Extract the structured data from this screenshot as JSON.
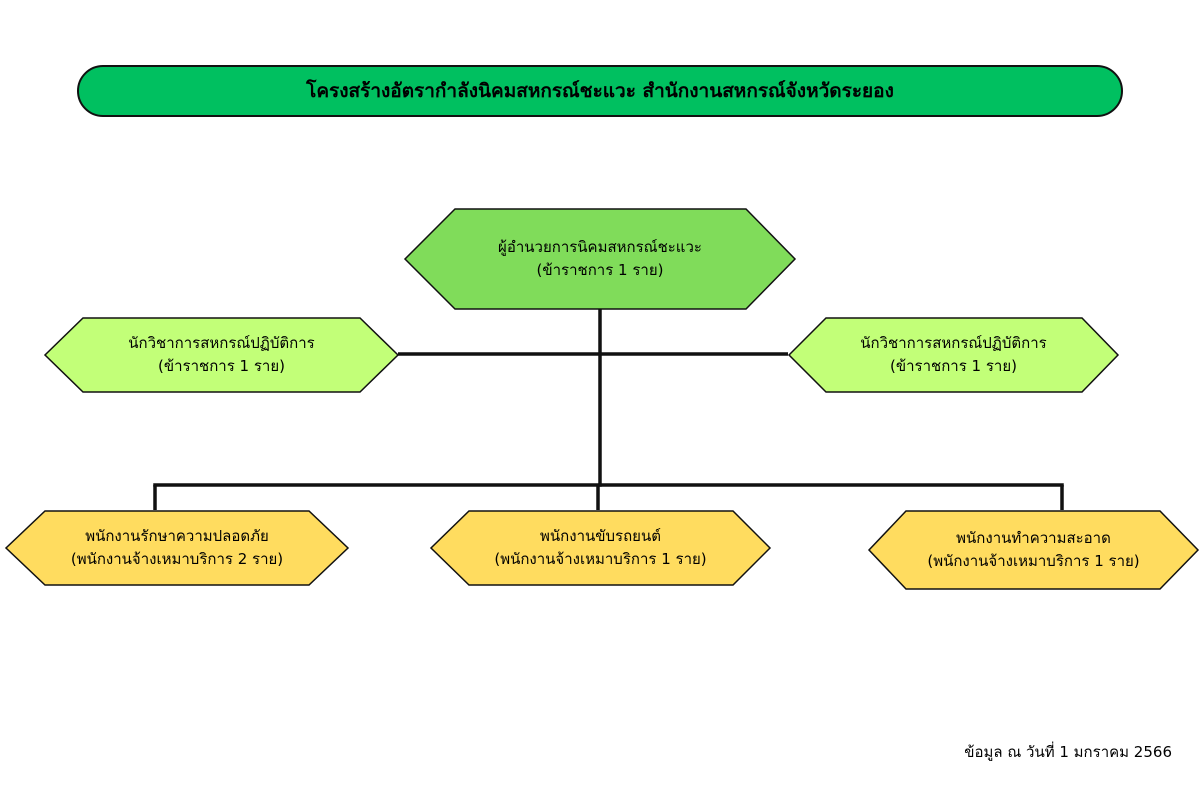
{
  "title": "โครงสร้างอัตรากำลังนิคมสหกรณ์ชะแวะ สำนักงานสหกรณ์จังหวัดระยอง",
  "colors": {
    "title_fill": "#00c060",
    "director_fill": "#80dc5a",
    "specialist_fill": "#c2ff78",
    "staff_fill": "#ffdc5f",
    "line": "#111111"
  },
  "director": {
    "title": "ผู้อำนวยการนิคมสหกรณ์ชะแวะ",
    "detail": "(ข้าราชการ 1 ราย)"
  },
  "specialists": [
    {
      "title": "นักวิชาการสหกรณ์ปฏิบัติการ",
      "detail": "(ข้าราชการ 1 ราย)"
    },
    {
      "title": "นักวิชาการสหกรณ์ปฏิบัติการ",
      "detail": "(ข้าราชการ 1 ราย)"
    }
  ],
  "staff": [
    {
      "title": "พนักงานรักษาความปลอดภัย",
      "detail": "(พนักงานจ้างเหมาบริการ 2 ราย)"
    },
    {
      "title": "พนักงานขับรถยนต์",
      "detail": "(พนักงานจ้างเหมาบริการ 1 ราย)"
    },
    {
      "title": "พนักงานทำความสะอาด",
      "detail": "(พนักงานจ้างเหมาบริการ 1 ราย)"
    }
  ],
  "footer": "ข้อมูล ณ วันที่ 1 มกราคม 2566"
}
